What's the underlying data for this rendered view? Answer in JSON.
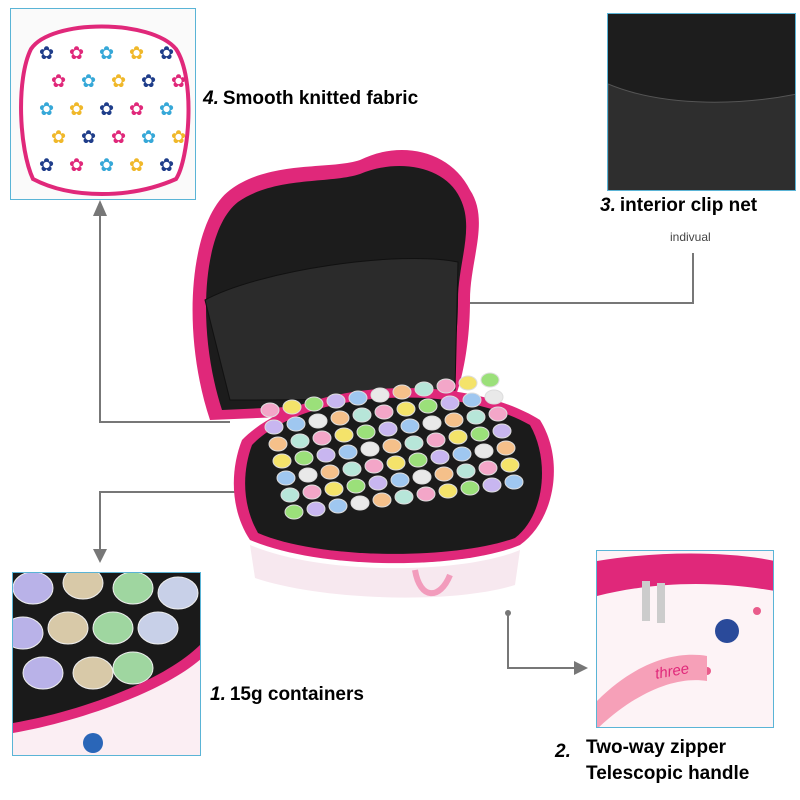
{
  "features": [
    {
      "number": "4.",
      "text": "Smooth knitted fabric"
    },
    {
      "number": "3.",
      "text": "interior clip net"
    },
    {
      "number": "1.",
      "text": "15g containers"
    },
    {
      "number": "2.",
      "text": "Two-way zipper",
      "text2": "Telescopic handle"
    }
  ],
  "annotation": "indivual",
  "handle_text": "three",
  "colors": {
    "inset_border": "#5ab4d6",
    "case_pink": "#e0287a",
    "connector": "#777777"
  }
}
